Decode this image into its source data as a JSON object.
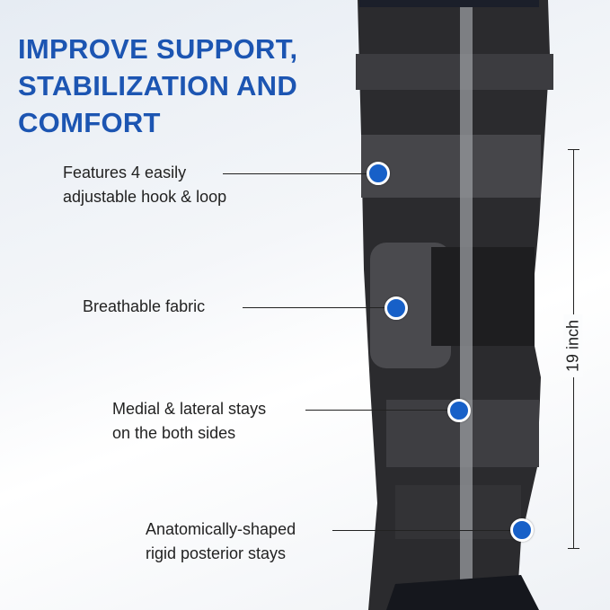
{
  "title": {
    "lines": [
      "IMPROVE SUPPORT,",
      "STABILIZATION AND",
      "COMFORT"
    ]
  },
  "callouts": [
    {
      "lines": [
        "Features  4 easily",
        "adjustable hook & loop"
      ]
    },
    {
      "lines": [
        "Breathable fabric"
      ]
    },
    {
      "lines": [
        "Medial & lateral stays",
        "on the both sides"
      ]
    },
    {
      "lines": [
        "Anatomically-shaped",
        "rigid posterior stays"
      ]
    }
  ],
  "measurement": {
    "label": "19 inch"
  },
  "colors": {
    "accent": "#1c55b2",
    "dot": "#1760c8",
    "brace": "#2a2a2c"
  }
}
